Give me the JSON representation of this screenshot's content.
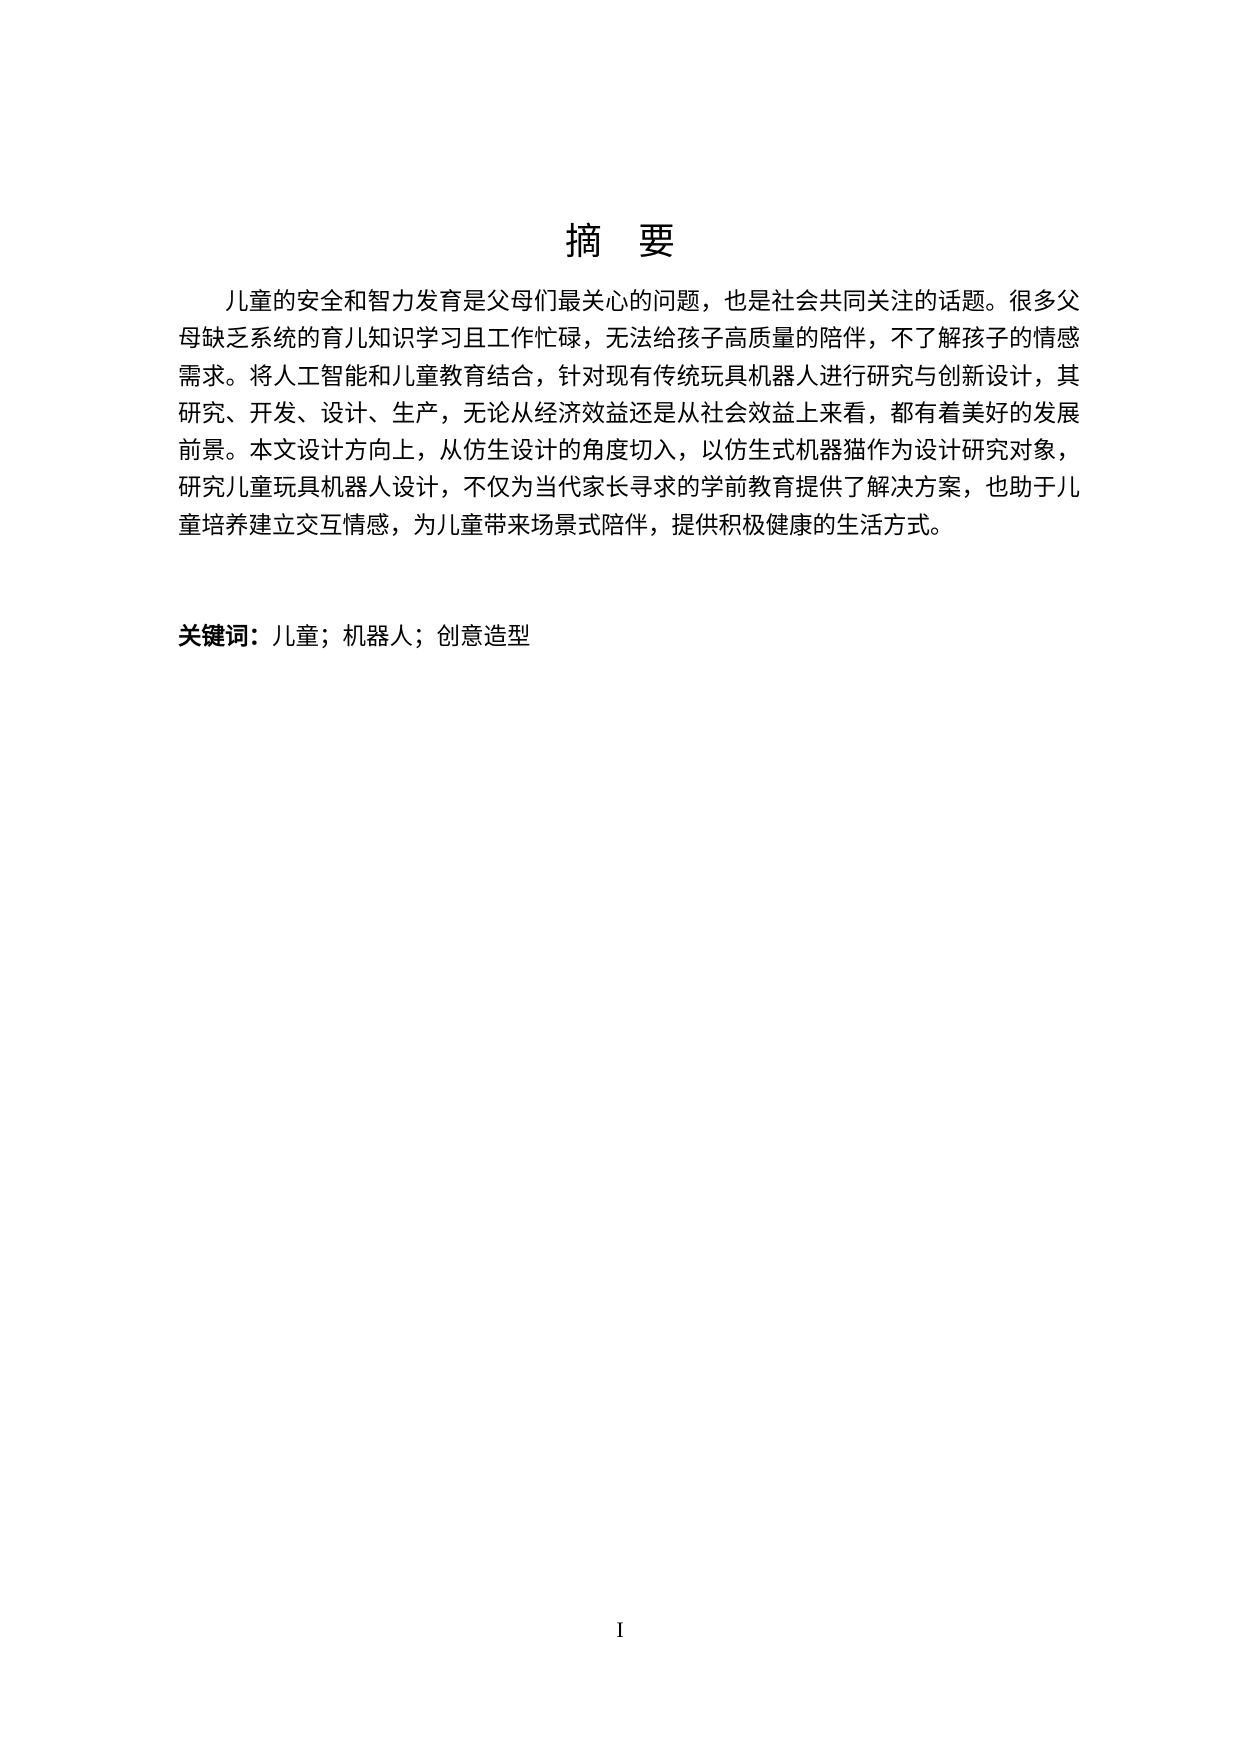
{
  "document": {
    "title": "摘要",
    "abstract": "儿童的安全和智力发育是父母们最关心的问题，也是社会共同关注的话题。很多父母缺乏系统的育儿知识学习且工作忙碌，无法给孩子高质量的陪伴，不了解孩子的情感需求。将人工智能和儿童教育结合，针对现有传统玩具机器人进行研究与创新设计，其研究、开发、设计、生产，无论从经济效益还是从社会效益上来看，都有着美好的发展前景。本文设计方向上，从仿生设计的角度切入，以仿生式机器猫作为设计研究对象，研究儿童玩具机器人设计，不仅为当代家长寻求的学前教育提供了解决方案，也助于儿童培养建立交互情感，为儿童带来场景式陪伴，提供积极健康的生活方式。",
    "keywords": {
      "label": "关键词：",
      "value": "儿童；机器人；创意造型",
      "items": [
        "儿童",
        "机器人",
        "创意造型"
      ]
    },
    "page_number": "I"
  }
}
